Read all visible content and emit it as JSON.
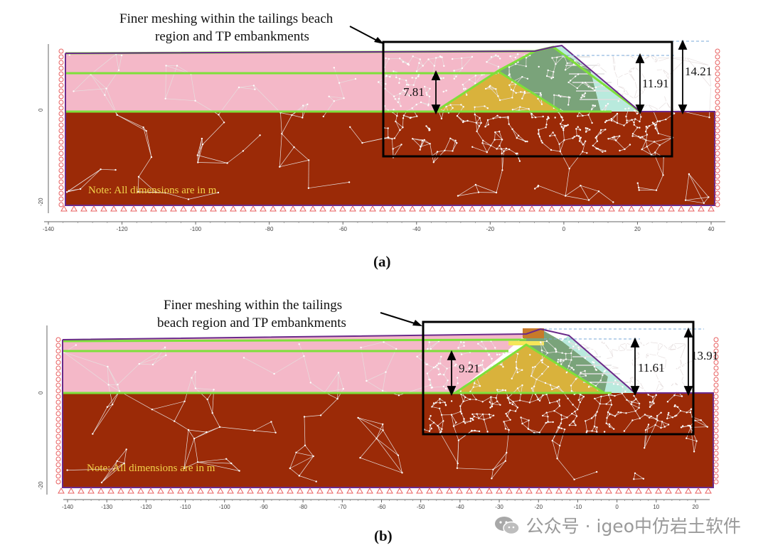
{
  "panels": [
    {
      "id": "a",
      "callout": [
        "Finer meshing within the tailings  beach",
        "region and TP embankments"
      ],
      "dims": [
        "7.81",
        "11.91",
        "14.21"
      ],
      "note": "Note: All dimensions are in m",
      "yticks": [
        "0",
        "-20"
      ],
      "xticks": [
        "-140",
        "-120",
        "-100",
        "-80",
        "-60",
        "-40",
        "-20",
        "0",
        "20",
        "40"
      ],
      "caption": "(a)"
    },
    {
      "id": "b",
      "callout": [
        "Finer meshing within the tailings",
        "beach region and TP embankments"
      ],
      "dims": [
        "9.21",
        "11.61",
        "13.91"
      ],
      "note": "Note: All dimensions are in m",
      "yticks": [
        "0",
        "-20"
      ],
      "xticks": [
        "-140",
        "-130",
        "-120",
        "-110",
        "-100",
        "-90",
        "-80",
        "-70",
        "-60",
        "-50",
        "-40",
        "-30",
        "-20",
        "-10",
        "0",
        "10",
        "20"
      ],
      "caption": "(b)"
    }
  ],
  "watermark": "公众号 · igeo中仿岩土软件",
  "colors": {
    "foundation": "#9b2a07",
    "tailings": "#f4b8c8",
    "core": "#d9b23c",
    "embankment": "#7aa37a",
    "drain": "#b9eadd",
    "green_line": "#7ee03a",
    "purple_outline": "#6a2a8a",
    "support": "#e86060",
    "mesh": "#d8d0d0"
  }
}
